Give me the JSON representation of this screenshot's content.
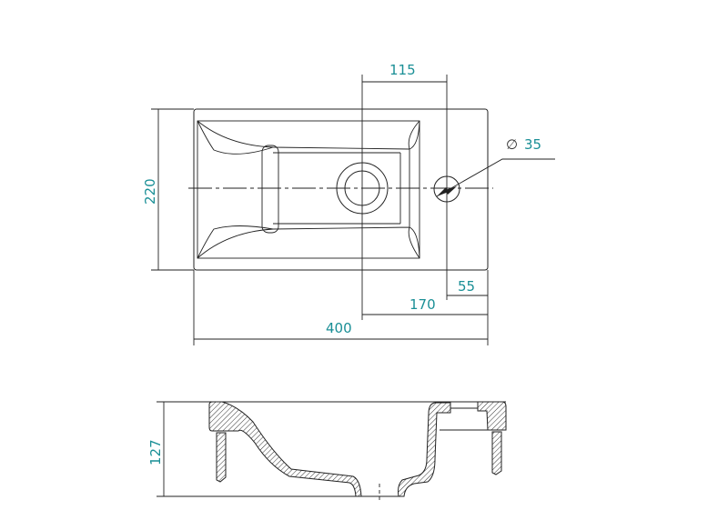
{
  "drawing": {
    "top_view": {
      "width_label": "400",
      "depth_label": "220",
      "drain_offset_label": "115",
      "tap_hole_diameter_label": "35",
      "tap_hole_diameter_symbol": "∅",
      "tap_hole_edge_label": "55",
      "drain_edge_label": "170"
    },
    "section_view": {
      "height_label": "127"
    },
    "colors": {
      "dimension_text": "#1a8f96",
      "line": "#222222"
    }
  }
}
